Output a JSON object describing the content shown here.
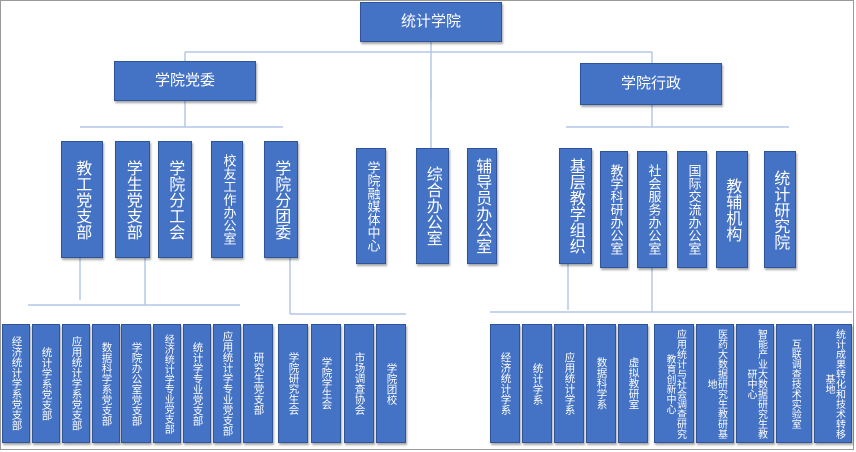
{
  "root": "统计学院",
  "party_committee": "学院党委",
  "administration": "学院行政",
  "party_units": [
    "教工党支部",
    "学生党支部",
    "学院分工会",
    "校友工作办公室",
    "学院分团委"
  ],
  "center_units": [
    "学院融媒体中心",
    "综合办公室",
    "辅导员办公室"
  ],
  "admin_units": [
    "基层教学组织",
    "教学科研办公室",
    "社会服务办公室",
    "国际交流办公室",
    "教辅机构",
    "统计研究院"
  ],
  "faculty_branches": [
    "经济统计学系党支部",
    "统计学系党支部",
    "应用统计学系党支部",
    "数据科学系党支部"
  ],
  "student_branches": [
    "学院办公室党支部",
    "经济统计学专业党支部",
    "统计学专业党支部",
    "应用统计学专业党支部",
    "研究生党支部"
  ],
  "youth_units": [
    "学院研究生会",
    "学院学生会",
    "市场调查协会",
    "学院团校"
  ],
  "teaching_units": [
    "经济统计学系",
    "统计学系",
    "应用统计学系",
    "数据科学系",
    "虚拟教研室"
  ],
  "support_units": [
    "应用统计与社会调查研究教育创新中心",
    "医药大数据研究生教研基地",
    "智能产业大数据研究生教研中心",
    "互联调查技术实验室",
    "统计成果转化和技术转移基地"
  ],
  "colors": {
    "box_fill": "#4472C4",
    "box_border": "#2f5597",
    "line": "#b4c7e7"
  }
}
